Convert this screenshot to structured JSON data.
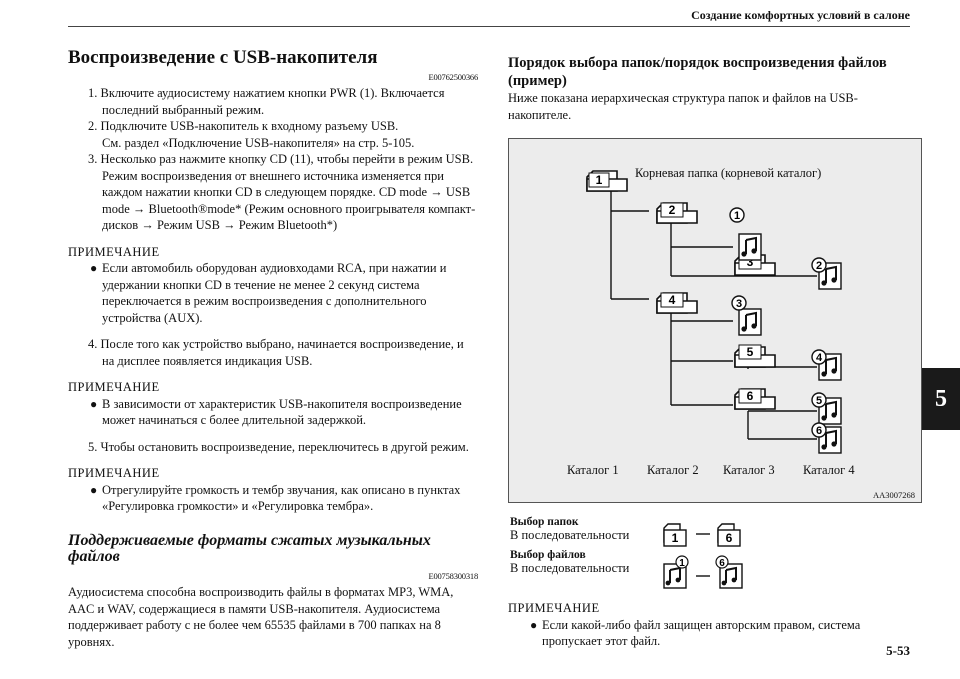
{
  "header": {
    "title": "Создание комфортных условий в салоне"
  },
  "page_number": "5-53",
  "side_tab": "5",
  "left": {
    "title": "Воспроизведение с USB-накопителя",
    "title_code": "E00762500366",
    "steps": [
      "1. Включите аудиосистему нажатием кнопки PWR (1). Включается последний выбранный режим.",
      "2. Подключите USB-накопитель к входному разъему USB.",
      "См. раздел «Подключение USB-накопителя» на стр. 5-105.",
      "3. Несколько раз нажмите кнопку CD (11), чтобы перейти в режим USB. Режим воспроизведения от внешнего источника изменяется при каждом нажатии кнопки CD в следующем порядке. CD mode → USB mode → Bluetooth®mode* (Режим основного проигрывателя компакт-дисков → Режим USB → Режим Bluetooth*)"
    ],
    "note_label": "ПРИМЕЧАНИЕ",
    "note1": "Если автомобиль оборудован аудиовходами RCA, при нажатии и удержании кнопки CD в течение не менее 2 секунд система переключается в режим воспроизведения с дополнительного устройства (AUX).",
    "step4": "4. После того как устройство выбрано, начинается воспроизведение, и на дисплее появляется индикация USB.",
    "note2": "В зависимости от характеристик USB-накопителя воспроизведение может начинаться с более длительной задержкой.",
    "step5": "5. Чтобы остановить воспроизведение, переключитесь в другой режим.",
    "note3": "Отрегулируйте громкость и тембр звучания, как описано в пунктах «Регулировка громкости» и «Регулировка тембра».",
    "subtitle": "Поддерживаемые форматы сжатых музыкальных файлов",
    "subtitle_code": "E00758300318",
    "formats_text": "Аудиосистема способна воспроизводить файлы в форматах MP3, WMA, AAC и WAV, содержащиеся в памяти USB-накопителя. Аудиосистема поддерживает работу с не более чем 65535 файлами в 700 папках на 8 уровнях."
  },
  "right": {
    "title": "Порядок выбора папок/порядок воспроизведения файлов (пример)",
    "intro": "Ниже показана иерархическая структура папок и файлов на USB-накопителе.",
    "figure": {
      "root_label": "Корневая папка (корневой каталог)",
      "catalogs": [
        "Каталог 1",
        "Каталог 2",
        "Каталог 3",
        "Каталог 4"
      ],
      "folders": [
        "1",
        "2",
        "3",
        "4",
        "5",
        "6"
      ],
      "files": [
        "1",
        "2",
        "3",
        "4",
        "5",
        "6"
      ],
      "code": "AA3007268"
    },
    "folder_select_title": "Выбор папок",
    "folder_select_text": "В последовательности",
    "folder_range": [
      "1",
      "6"
    ],
    "file_select_title": "Выбор файлов",
    "file_select_text": "В последовательности",
    "file_range": [
      "1",
      "6"
    ],
    "note_label": "ПРИМЕЧАНИЕ",
    "note": "Если какой-либо файл защищен авторским правом, система пропускает этот файл."
  }
}
